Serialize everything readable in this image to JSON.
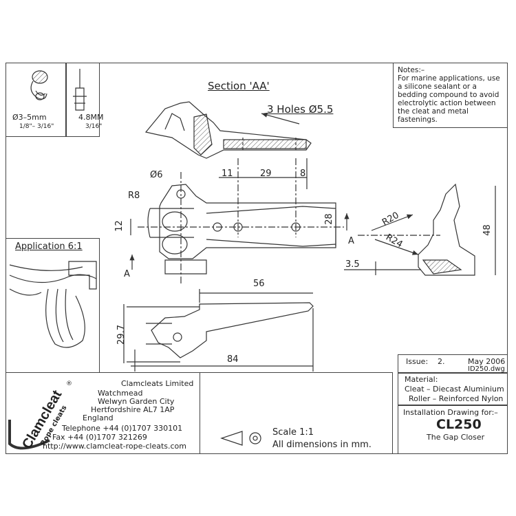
{
  "fastener": {
    "rope_dia": "Ø3–5mm",
    "rope_in": "1/8\"– 3/16\"",
    "rivet_mm": "4.8MM",
    "rivet_in": "3/16\""
  },
  "section_title": "Section 'AA'",
  "holes_label": "3 Holes Ø5.5",
  "dims": {
    "d11": "11",
    "d29": "29",
    "d8": "8",
    "phi6": "Ø6",
    "r8": "R8",
    "d12": "12",
    "d28": "28",
    "d56": "56",
    "d29_7": "29.7",
    "d84": "84",
    "r20": "R20",
    "r24": "R24",
    "d48": "48",
    "d3_5": "3.5",
    "a": "A"
  },
  "notes": {
    "title": "Notes:–",
    "lines": [
      "For marine applications, use",
      "a silicone sealant or a",
      "bedding compound to avoid",
      "electrolytic action between",
      "the cleat and metal",
      "fastenings."
    ]
  },
  "application_title": "Application 6:1",
  "company": {
    "name": "Clamcleats Limited",
    "addr1": "Watchmead",
    "addr2": "Welwyn Garden City",
    "addr3": "Hertfordshire AL7 1AP",
    "addr4": "England",
    "tel": "Telephone +44 (0)1707 330101",
    "fax": "Fax +44 (0)1707 321269",
    "web": "http://www.clamcleat-rope-cleats.com"
  },
  "logo": {
    "brand": "Clamcleat",
    "reg": "®",
    "tag": "Rope cleats"
  },
  "scale": {
    "line1": "Scale 1:1",
    "line2": "All dimensions in mm."
  },
  "issue": {
    "label": "Issue:",
    "number": "2.",
    "date": "May 2006",
    "file": "ID250.dwg"
  },
  "material": {
    "label": "Material:",
    "cleat": "Cleat – Diecast Aluminium",
    "roller": "Roller – Reinforced Nylon"
  },
  "install": {
    "label": "Installation Drawing for:–",
    "model": "CL250",
    "name": "The Gap Closer"
  }
}
